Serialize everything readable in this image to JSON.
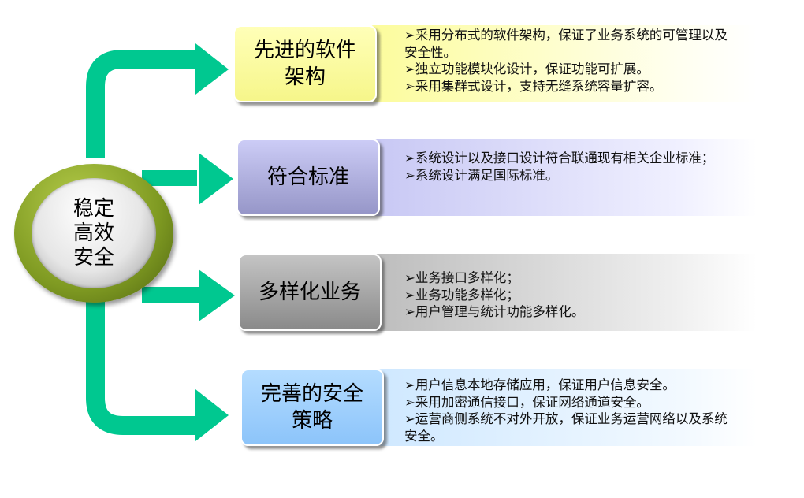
{
  "hub": {
    "lines": [
      "稳定",
      "高效",
      "安全"
    ]
  },
  "branches": [
    {
      "title": "先进的软件架构",
      "color": "#fcfc9c",
      "bullets": [
        "➢采用分布式的软件架构，保证了业务系统的可管理以及安全性。",
        "➢独立功能模块化设计，保证功能可扩展。",
        "➢采用集群式设计，支持无缝系统容量扩容。"
      ]
    },
    {
      "title": "符合标准",
      "color": "#a9a9d9",
      "bullets": [
        "➢系统设计以及接口设计符合联通现有相关企业标准；",
        "➢系统设计满足国际标准。"
      ]
    },
    {
      "title": "多样化业务",
      "color": "#a0a0a0",
      "bullets": [
        "➢业务接口多样化；",
        "➢业务功能多样化；",
        "➢用户管理与统计功能多样化。"
      ]
    },
    {
      "title": "完善的安全策略",
      "color": "#99ccff",
      "bullets": [
        "➢用户信息本地存储应用，保证用户信息安全。",
        "➢采用加密通信接口，保证网络通道安全。",
        "➢运营商侧系统不对外开放，保证业务运营网络以及系统安全。"
      ]
    }
  ],
  "colors": {
    "arrow": "#00c890",
    "hub_ring": "#7f9a22"
  }
}
